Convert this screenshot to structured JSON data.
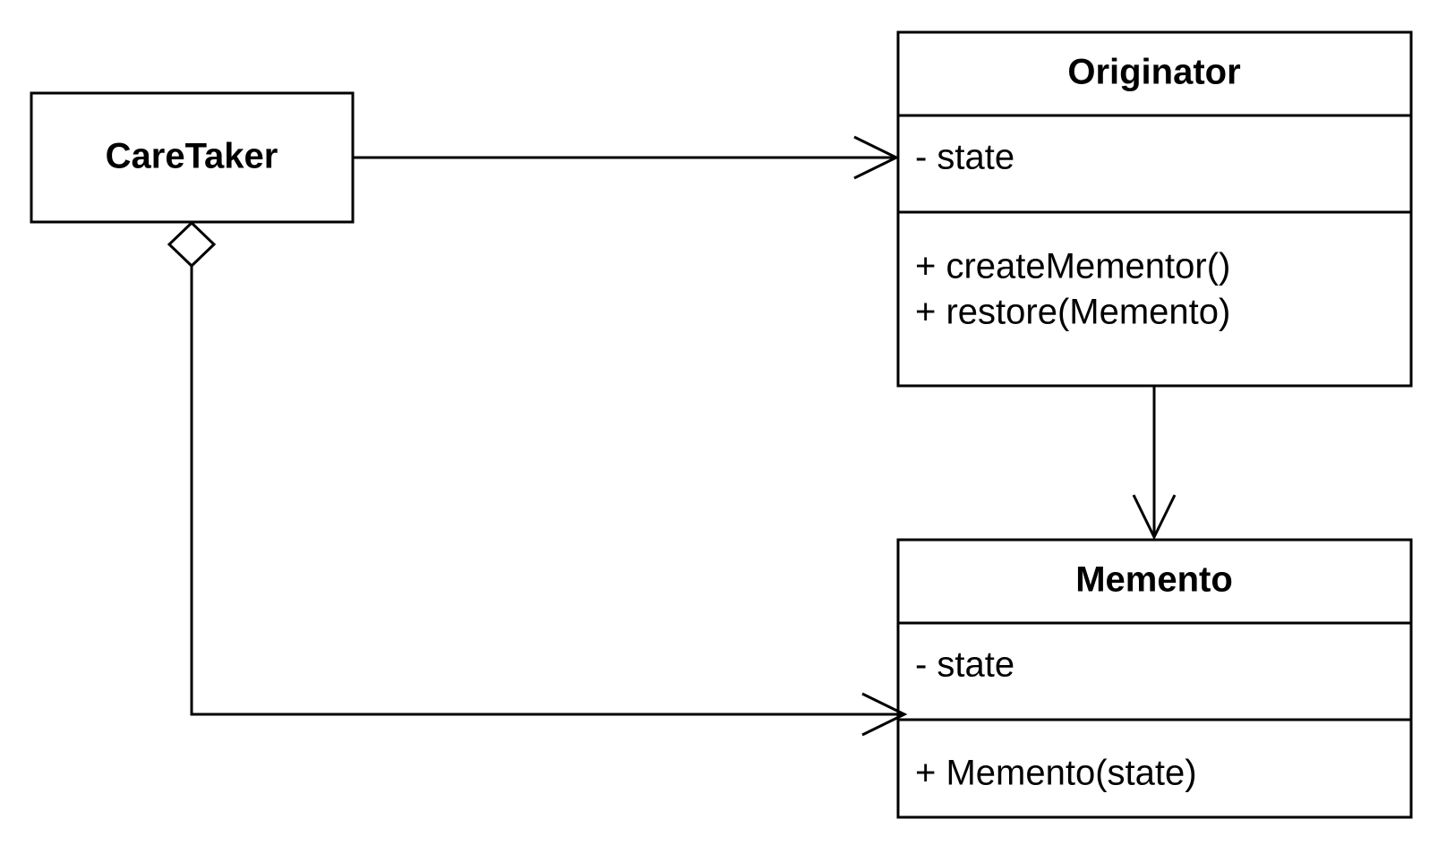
{
  "diagram": {
    "type": "uml-class-diagram",
    "classes": {
      "caretaker": {
        "name": "CareTaker"
      },
      "originator": {
        "name": "Originator",
        "attributes": [
          "- state"
        ],
        "operations": [
          "+ createMementor()",
          "+ restore(Memento)"
        ]
      },
      "memento": {
        "name": "Memento",
        "attributes": [
          "- state"
        ],
        "operations": [
          "+ Memento(state)"
        ]
      }
    },
    "relationships": [
      {
        "from": "CareTaker",
        "to": "Originator",
        "kind": "association"
      },
      {
        "from": "Originator",
        "to": "Memento",
        "kind": "association"
      },
      {
        "from": "CareTaker",
        "to": "Memento",
        "kind": "aggregation"
      }
    ]
  }
}
